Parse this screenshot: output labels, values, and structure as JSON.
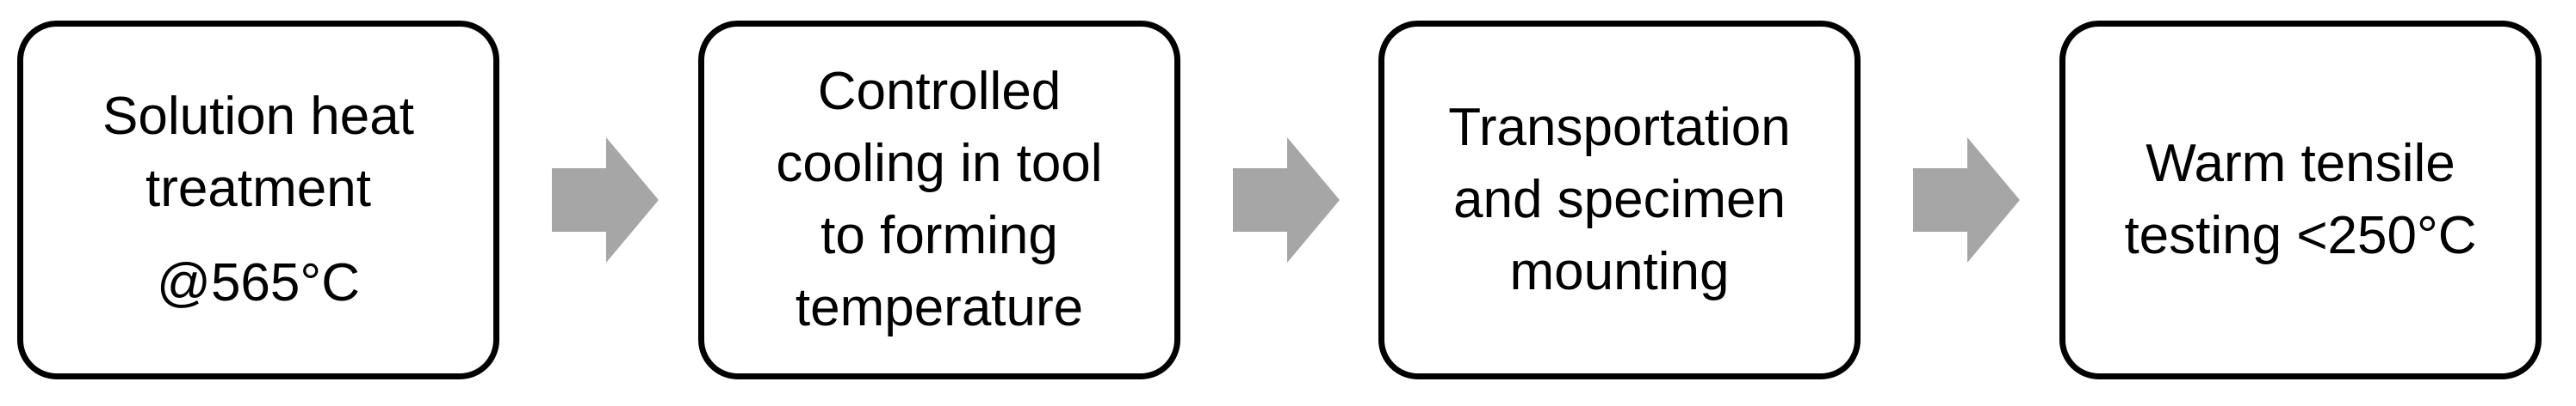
{
  "steps": [
    {
      "lines": [
        "Solution heat",
        "treatment",
        "@565°C"
      ]
    },
    {
      "lines": [
        "Controlled",
        "cooling in tool",
        "to forming",
        "temperature"
      ]
    },
    {
      "lines": [
        "Transportation",
        "and specimen",
        "mounting"
      ]
    },
    {
      "lines": [
        "Warm tensile",
        "testing <250°C"
      ]
    }
  ],
  "colors": {
    "box_border": "#000000",
    "box_fill": "#ffffff",
    "arrow_fill": "#a6a6a6",
    "text": "#000000"
  },
  "icons": {
    "connector": "arrow-right-icon"
  }
}
